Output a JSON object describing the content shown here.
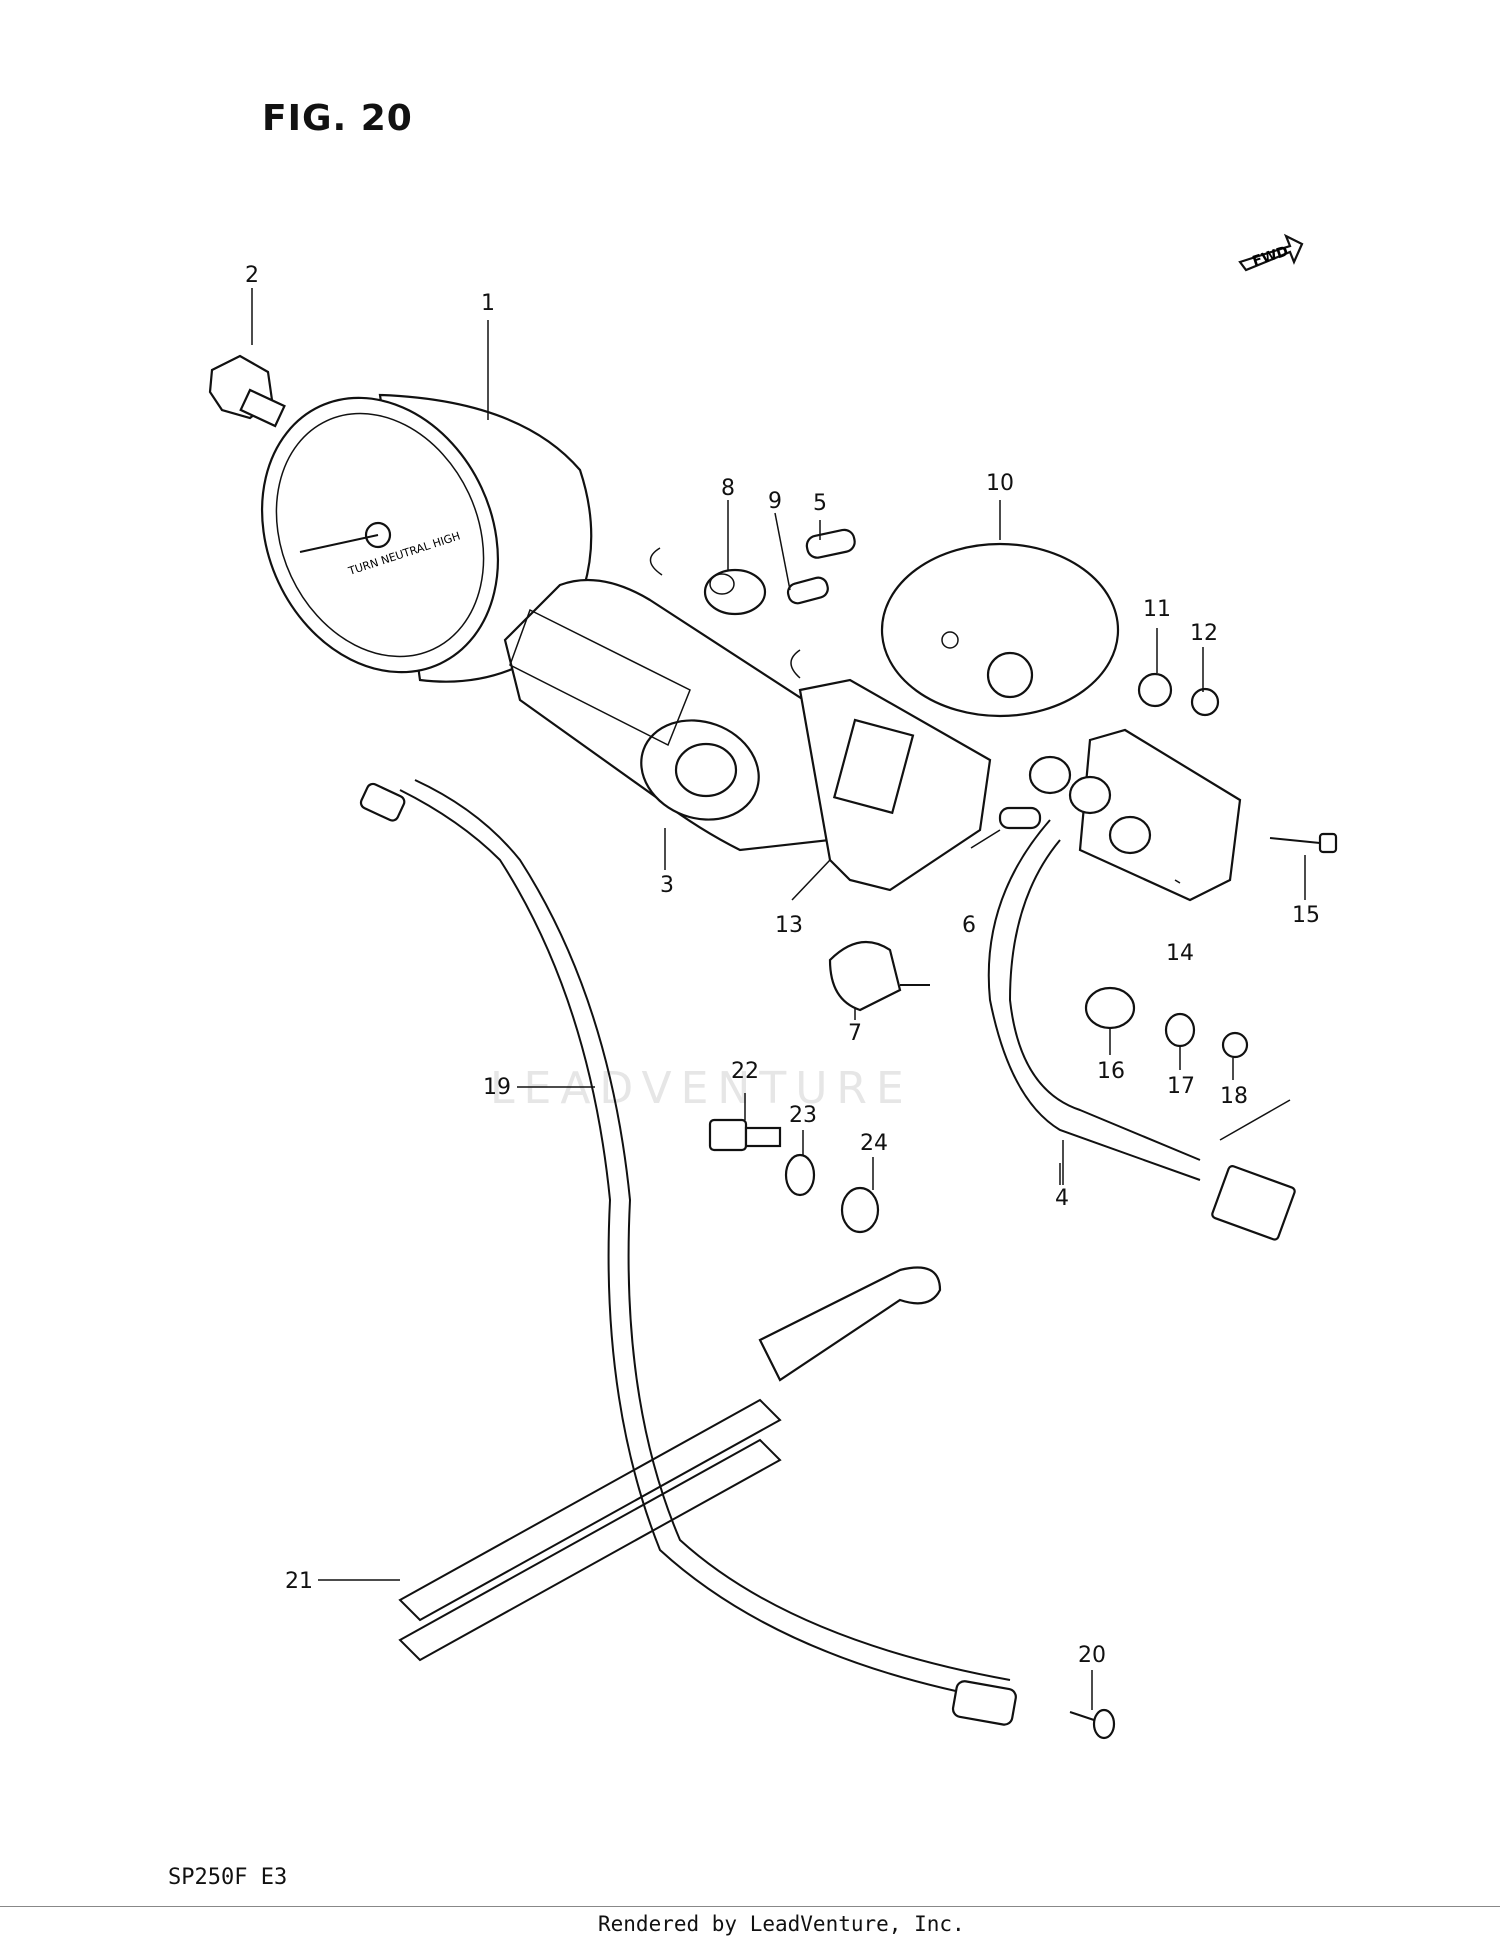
{
  "figure_title": "FIG. 20",
  "fwd_label": "FWD",
  "model_code": "SP250F  E3",
  "footer_text": "Rendered by LeadVenture, Inc.",
  "watermark": "LEADVENTURE",
  "callouts": [
    "1",
    "2",
    "3",
    "4",
    "5",
    "6",
    "7",
    "8",
    "9",
    "10",
    "11",
    "12",
    "13",
    "14",
    "15",
    "16",
    "17",
    "18",
    "19",
    "20",
    "21",
    "22",
    "23",
    "24"
  ],
  "gauge_text": "TURN  NEUTRAL  HIGH"
}
